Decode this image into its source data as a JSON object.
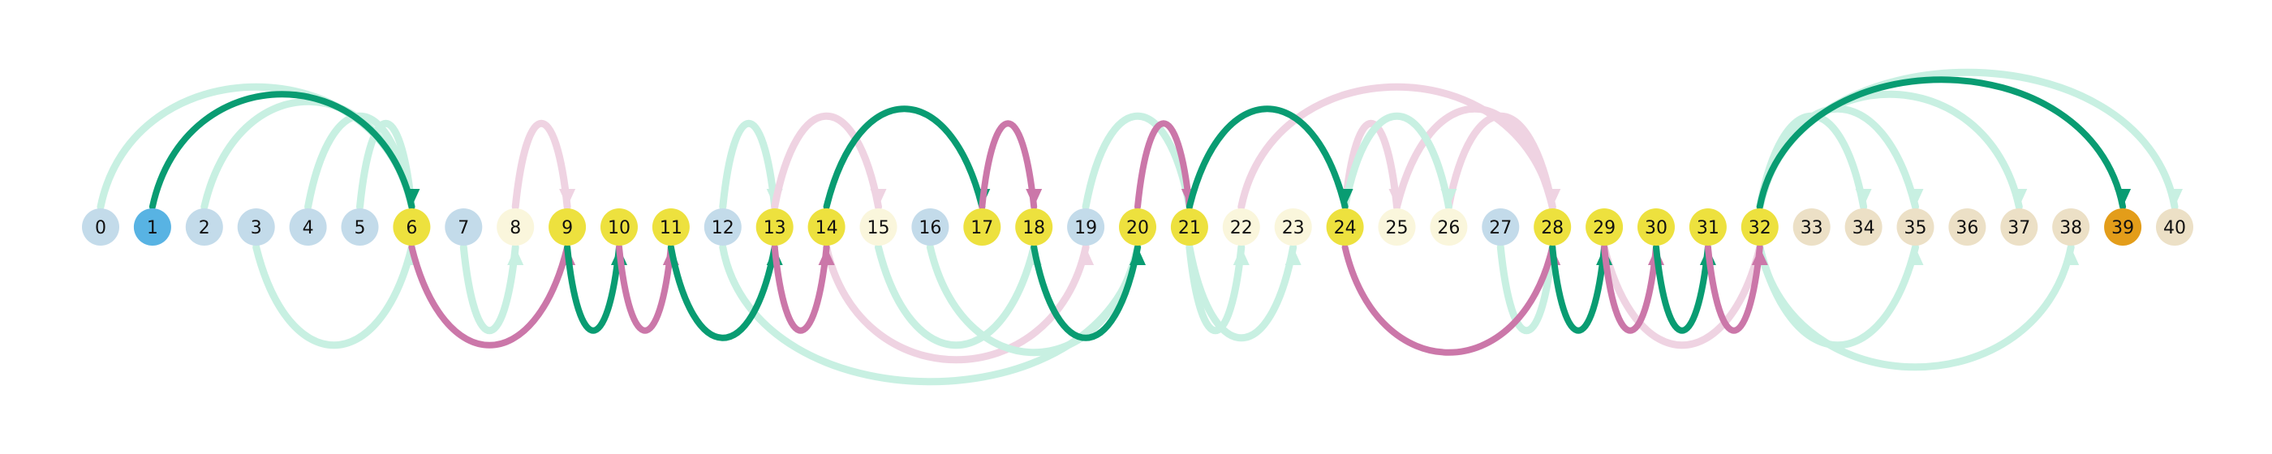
{
  "colors": {
    "node_blue": "#c3dbea",
    "node_start": "#58b3e3",
    "node_yellow": "#ede13e",
    "node_cream": "#faf6dc",
    "node_tan": "#ece0c6",
    "node_target": "#e39d1a",
    "arrow_green": "#099c72",
    "arrow_pink": "#cb77a9",
    "arrow_green_faint": "#c8f0e2",
    "arrow_pink_faint": "#efd3e2"
  },
  "nodes": [
    {
      "label": "0",
      "color": "blue"
    },
    {
      "label": "1",
      "color": "start"
    },
    {
      "label": "2",
      "color": "blue"
    },
    {
      "label": "3",
      "color": "blue"
    },
    {
      "label": "4",
      "color": "blue"
    },
    {
      "label": "5",
      "color": "blue"
    },
    {
      "label": "6",
      "color": "yellow"
    },
    {
      "label": "7",
      "color": "blue"
    },
    {
      "label": "8",
      "color": "cream"
    },
    {
      "label": "9",
      "color": "yellow"
    },
    {
      "label": "10",
      "color": "yellow"
    },
    {
      "label": "11",
      "color": "yellow"
    },
    {
      "label": "12",
      "color": "blue"
    },
    {
      "label": "13",
      "color": "yellow"
    },
    {
      "label": "14",
      "color": "yellow"
    },
    {
      "label": "15",
      "color": "cream"
    },
    {
      "label": "16",
      "color": "blue"
    },
    {
      "label": "17",
      "color": "yellow"
    },
    {
      "label": "18",
      "color": "yellow"
    },
    {
      "label": "19",
      "color": "blue"
    },
    {
      "label": "20",
      "color": "yellow"
    },
    {
      "label": "21",
      "color": "yellow"
    },
    {
      "label": "22",
      "color": "cream"
    },
    {
      "label": "23",
      "color": "cream"
    },
    {
      "label": "24",
      "color": "yellow"
    },
    {
      "label": "25",
      "color": "cream"
    },
    {
      "label": "26",
      "color": "cream"
    },
    {
      "label": "27",
      "color": "blue"
    },
    {
      "label": "28",
      "color": "yellow"
    },
    {
      "label": "29",
      "color": "yellow"
    },
    {
      "label": "30",
      "color": "yellow"
    },
    {
      "label": "31",
      "color": "yellow"
    },
    {
      "label": "32",
      "color": "yellow"
    },
    {
      "label": "33",
      "color": "tan"
    },
    {
      "label": "34",
      "color": "tan"
    },
    {
      "label": "35",
      "color": "tan"
    },
    {
      "label": "36",
      "color": "tan"
    },
    {
      "label": "37",
      "color": "tan"
    },
    {
      "label": "38",
      "color": "tan"
    },
    {
      "label": "39",
      "color": "target"
    },
    {
      "label": "40",
      "color": "tan"
    }
  ],
  "edges": [
    {
      "from": 0,
      "to": 6,
      "kind": "green",
      "highlight": false,
      "side": "above"
    },
    {
      "from": 2,
      "to": 6,
      "kind": "green",
      "highlight": false,
      "side": "above"
    },
    {
      "from": 4,
      "to": 6,
      "kind": "green",
      "highlight": false,
      "side": "above"
    },
    {
      "from": 5,
      "to": 6,
      "kind": "green",
      "highlight": false,
      "side": "above"
    },
    {
      "from": 3,
      "to": 6,
      "kind": "green",
      "highlight": false,
      "side": "below"
    },
    {
      "from": 7,
      "to": 8,
      "kind": "green",
      "highlight": false,
      "side": "below"
    },
    {
      "from": 8,
      "to": 9,
      "kind": "pink",
      "highlight": false,
      "side": "above"
    },
    {
      "from": 12,
      "to": 13,
      "kind": "green",
      "highlight": false,
      "side": "above"
    },
    {
      "from": 12,
      "to": 20,
      "kind": "green",
      "highlight": false,
      "side": "below"
    },
    {
      "from": 13,
      "to": 15,
      "kind": "pink",
      "highlight": false,
      "side": "above"
    },
    {
      "from": 14,
      "to": 19,
      "kind": "pink",
      "highlight": false,
      "side": "below"
    },
    {
      "from": 15,
      "to": 18,
      "kind": "green",
      "highlight": false,
      "side": "below"
    },
    {
      "from": 16,
      "to": 20,
      "kind": "green",
      "highlight": false,
      "side": "below"
    },
    {
      "from": 19,
      "to": 21,
      "kind": "green",
      "highlight": false,
      "side": "above"
    },
    {
      "from": 21,
      "to": 22,
      "kind": "green",
      "highlight": false,
      "side": "below"
    },
    {
      "from": 21,
      "to": 23,
      "kind": "green",
      "highlight": false,
      "side": "below"
    },
    {
      "from": 22,
      "to": 28,
      "kind": "pink",
      "highlight": false,
      "side": "above"
    },
    {
      "from": 24,
      "to": 25,
      "kind": "pink",
      "highlight": false,
      "side": "above"
    },
    {
      "from": 25,
      "to": 28,
      "kind": "pink",
      "highlight": false,
      "side": "above"
    },
    {
      "from": 26,
      "to": 28,
      "kind": "pink",
      "highlight": false,
      "side": "above"
    },
    {
      "from": 24,
      "to": 26,
      "kind": "green",
      "highlight": false,
      "side": "above"
    },
    {
      "from": 27,
      "to": 28,
      "kind": "green",
      "highlight": false,
      "side": "below"
    },
    {
      "from": 29,
      "to": 32,
      "kind": "pink",
      "highlight": false,
      "side": "below"
    },
    {
      "from": 32,
      "to": 34,
      "kind": "green",
      "highlight": false,
      "side": "above"
    },
    {
      "from": 32,
      "to": 35,
      "kind": "green",
      "highlight": false,
      "side": "above"
    },
    {
      "from": 32,
      "to": 37,
      "kind": "green",
      "highlight": false,
      "side": "above"
    },
    {
      "from": 32,
      "to": 40,
      "kind": "green",
      "highlight": false,
      "side": "above"
    },
    {
      "from": 32,
      "to": 35,
      "kind": "green",
      "highlight": false,
      "side": "below"
    },
    {
      "from": 32,
      "to": 38,
      "kind": "green",
      "highlight": false,
      "side": "below"
    },
    {
      "from": 1,
      "to": 6,
      "kind": "green",
      "highlight": true,
      "side": "above"
    },
    {
      "from": 6,
      "to": 9,
      "kind": "pink",
      "highlight": true,
      "side": "below"
    },
    {
      "from": 9,
      "to": 10,
      "kind": "green",
      "highlight": true,
      "side": "below"
    },
    {
      "from": 10,
      "to": 11,
      "kind": "pink",
      "highlight": true,
      "side": "below"
    },
    {
      "from": 11,
      "to": 13,
      "kind": "green",
      "highlight": true,
      "side": "below"
    },
    {
      "from": 13,
      "to": 14,
      "kind": "pink",
      "highlight": true,
      "side": "below"
    },
    {
      "from": 14,
      "to": 17,
      "kind": "green",
      "highlight": true,
      "side": "above"
    },
    {
      "from": 17,
      "to": 18,
      "kind": "pink",
      "highlight": true,
      "side": "above"
    },
    {
      "from": 18,
      "to": 20,
      "kind": "green",
      "highlight": true,
      "side": "below"
    },
    {
      "from": 20,
      "to": 21,
      "kind": "pink",
      "highlight": true,
      "side": "above"
    },
    {
      "from": 21,
      "to": 24,
      "kind": "green",
      "highlight": true,
      "side": "above"
    },
    {
      "from": 24,
      "to": 28,
      "kind": "pink",
      "highlight": true,
      "side": "below"
    },
    {
      "from": 28,
      "to": 29,
      "kind": "green",
      "highlight": true,
      "side": "below"
    },
    {
      "from": 29,
      "to": 30,
      "kind": "pink",
      "highlight": true,
      "side": "below"
    },
    {
      "from": 30,
      "to": 31,
      "kind": "green",
      "highlight": true,
      "side": "below"
    },
    {
      "from": 31,
      "to": 32,
      "kind": "pink",
      "highlight": true,
      "side": "below"
    },
    {
      "from": 32,
      "to": 39,
      "kind": "green",
      "highlight": true,
      "side": "above"
    }
  ]
}
